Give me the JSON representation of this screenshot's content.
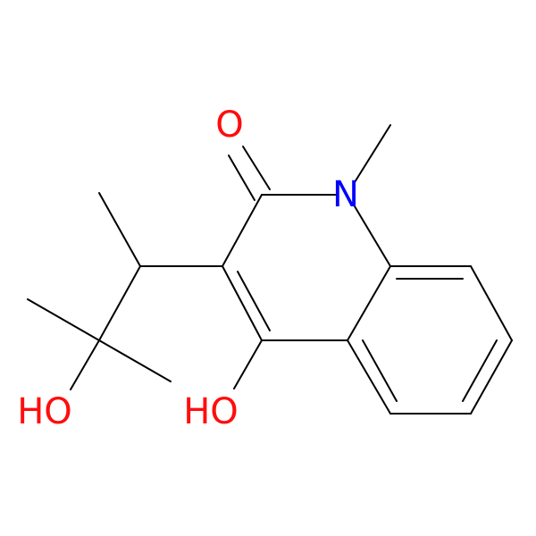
{
  "colors": {
    "background": "#ffffff",
    "carbon_bond": "#000000",
    "oxygen": "#ff0d0d",
    "nitrogen": "#0000ff"
  },
  "atoms": {
    "carbonyl_oxygen": "O",
    "ring_nitrogen": "N",
    "ring_hydroxyl": "HO",
    "side_chain_hydroxyl": "HO"
  }
}
